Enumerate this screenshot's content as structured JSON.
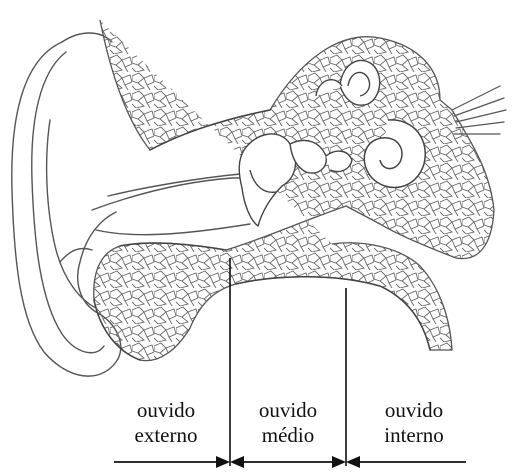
{
  "figure": {
    "subject": "ear-anatomy-sketch",
    "line_color": "#555555",
    "ink_color": "#111111"
  },
  "regions": [
    {
      "id": "external",
      "line1": "ouvido",
      "line2": "externo"
    },
    {
      "id": "middle",
      "line1": "ouvido",
      "line2": "médio"
    },
    {
      "id": "inner",
      "line1": "ouvido",
      "line2": "interno"
    }
  ]
}
